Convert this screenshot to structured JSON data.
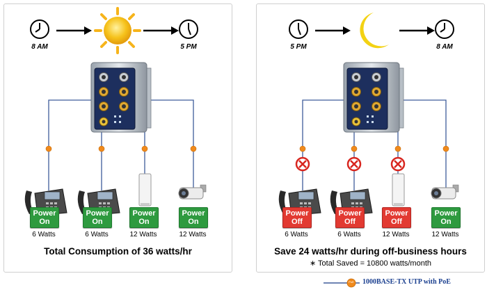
{
  "left_panel": {
    "start_time": "8 AM",
    "end_time": "5 PM",
    "devices": [
      {
        "status_line1": "Power",
        "status_line2": "On",
        "watts": "6 Watts"
      },
      {
        "status_line1": "Power",
        "status_line2": "On",
        "watts": "6 Watts"
      },
      {
        "status_line1": "Power",
        "status_line2": "On",
        "watts": "12 Watts"
      },
      {
        "status_line1": "Power",
        "status_line2": "On",
        "watts": "12 Watts"
      }
    ],
    "summary": "Total Consumption of 36 watts/hr"
  },
  "right_panel": {
    "start_time": "5 PM",
    "end_time": "8 AM",
    "devices": [
      {
        "status_line1": "Power",
        "status_line2": "Off",
        "watts": "6 Watts"
      },
      {
        "status_line1": "Power",
        "status_line2": "Off",
        "watts": "6 Watts"
      },
      {
        "status_line1": "Power",
        "status_line2": "Off",
        "watts": "12 Watts"
      },
      {
        "status_line1": "Power",
        "status_line2": "On",
        "watts": "12 Watts"
      }
    ],
    "summary": "Save 24 watts/hr during off-business hours",
    "note": "∗ Total Saved = 10800 watts/month"
  },
  "legend": {
    "badge": "PoE",
    "label": "1000BASE-TX UTP with PoE"
  },
  "colors": {
    "cable": "#3e5c9a",
    "poe_badge": "#f08a1c",
    "power_on": "#2e9a3f",
    "power_off": "#e23a32",
    "sun": "#f6c21b",
    "moon": "#f3d214"
  }
}
